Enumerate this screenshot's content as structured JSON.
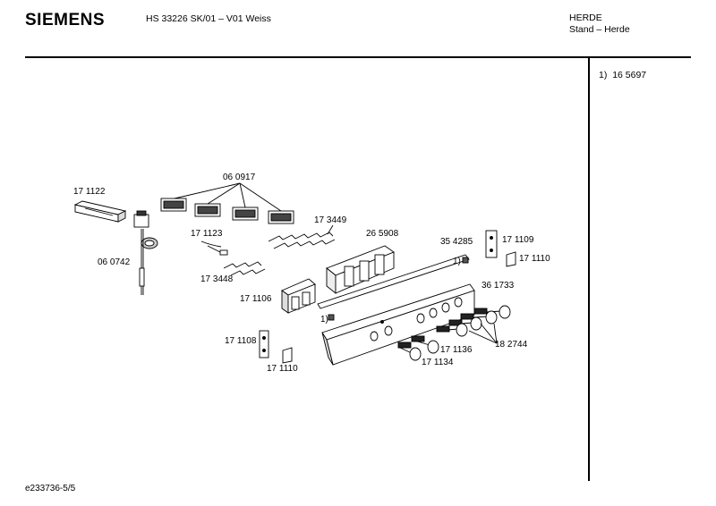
{
  "header": {
    "brand": "SIEMENS",
    "model": "HS 33226 SK/01 – V01 Weiss",
    "category": "HERDE",
    "subcategory": "Stand – Herde"
  },
  "side_notes": [
    {
      "marker": "1)",
      "part": "16 5697"
    }
  ],
  "part_labels": [
    {
      "id": "p-171122",
      "text": "17 1122"
    },
    {
      "id": "p-060917",
      "text": "06 0917"
    },
    {
      "id": "p-173449",
      "text": "17 3449"
    },
    {
      "id": "p-171123",
      "text": "17 1123"
    },
    {
      "id": "p-265908",
      "text": "26 5908"
    },
    {
      "id": "p-354285",
      "text": "35 4285"
    },
    {
      "id": "p-171109",
      "text": "17 1109"
    },
    {
      "id": "p-060742",
      "text": "06 0742"
    },
    {
      "id": "p-171110a",
      "text": "17 1110"
    },
    {
      "id": "p-ref1a",
      "text": "1)"
    },
    {
      "id": "p-173448",
      "text": "17 3448"
    },
    {
      "id": "p-361733",
      "text": "36 1733"
    },
    {
      "id": "p-171106",
      "text": "17 1106"
    },
    {
      "id": "p-ref1b",
      "text": "1)"
    },
    {
      "id": "p-171108",
      "text": "17 1108"
    },
    {
      "id": "p-171136",
      "text": "17 1136"
    },
    {
      "id": "p-182744",
      "text": "18 2744"
    },
    {
      "id": "p-171134",
      "text": "17 1134"
    },
    {
      "id": "p-171110b",
      "text": "17 1110"
    }
  ],
  "footer": {
    "doc_id": "e233736-5/5"
  }
}
